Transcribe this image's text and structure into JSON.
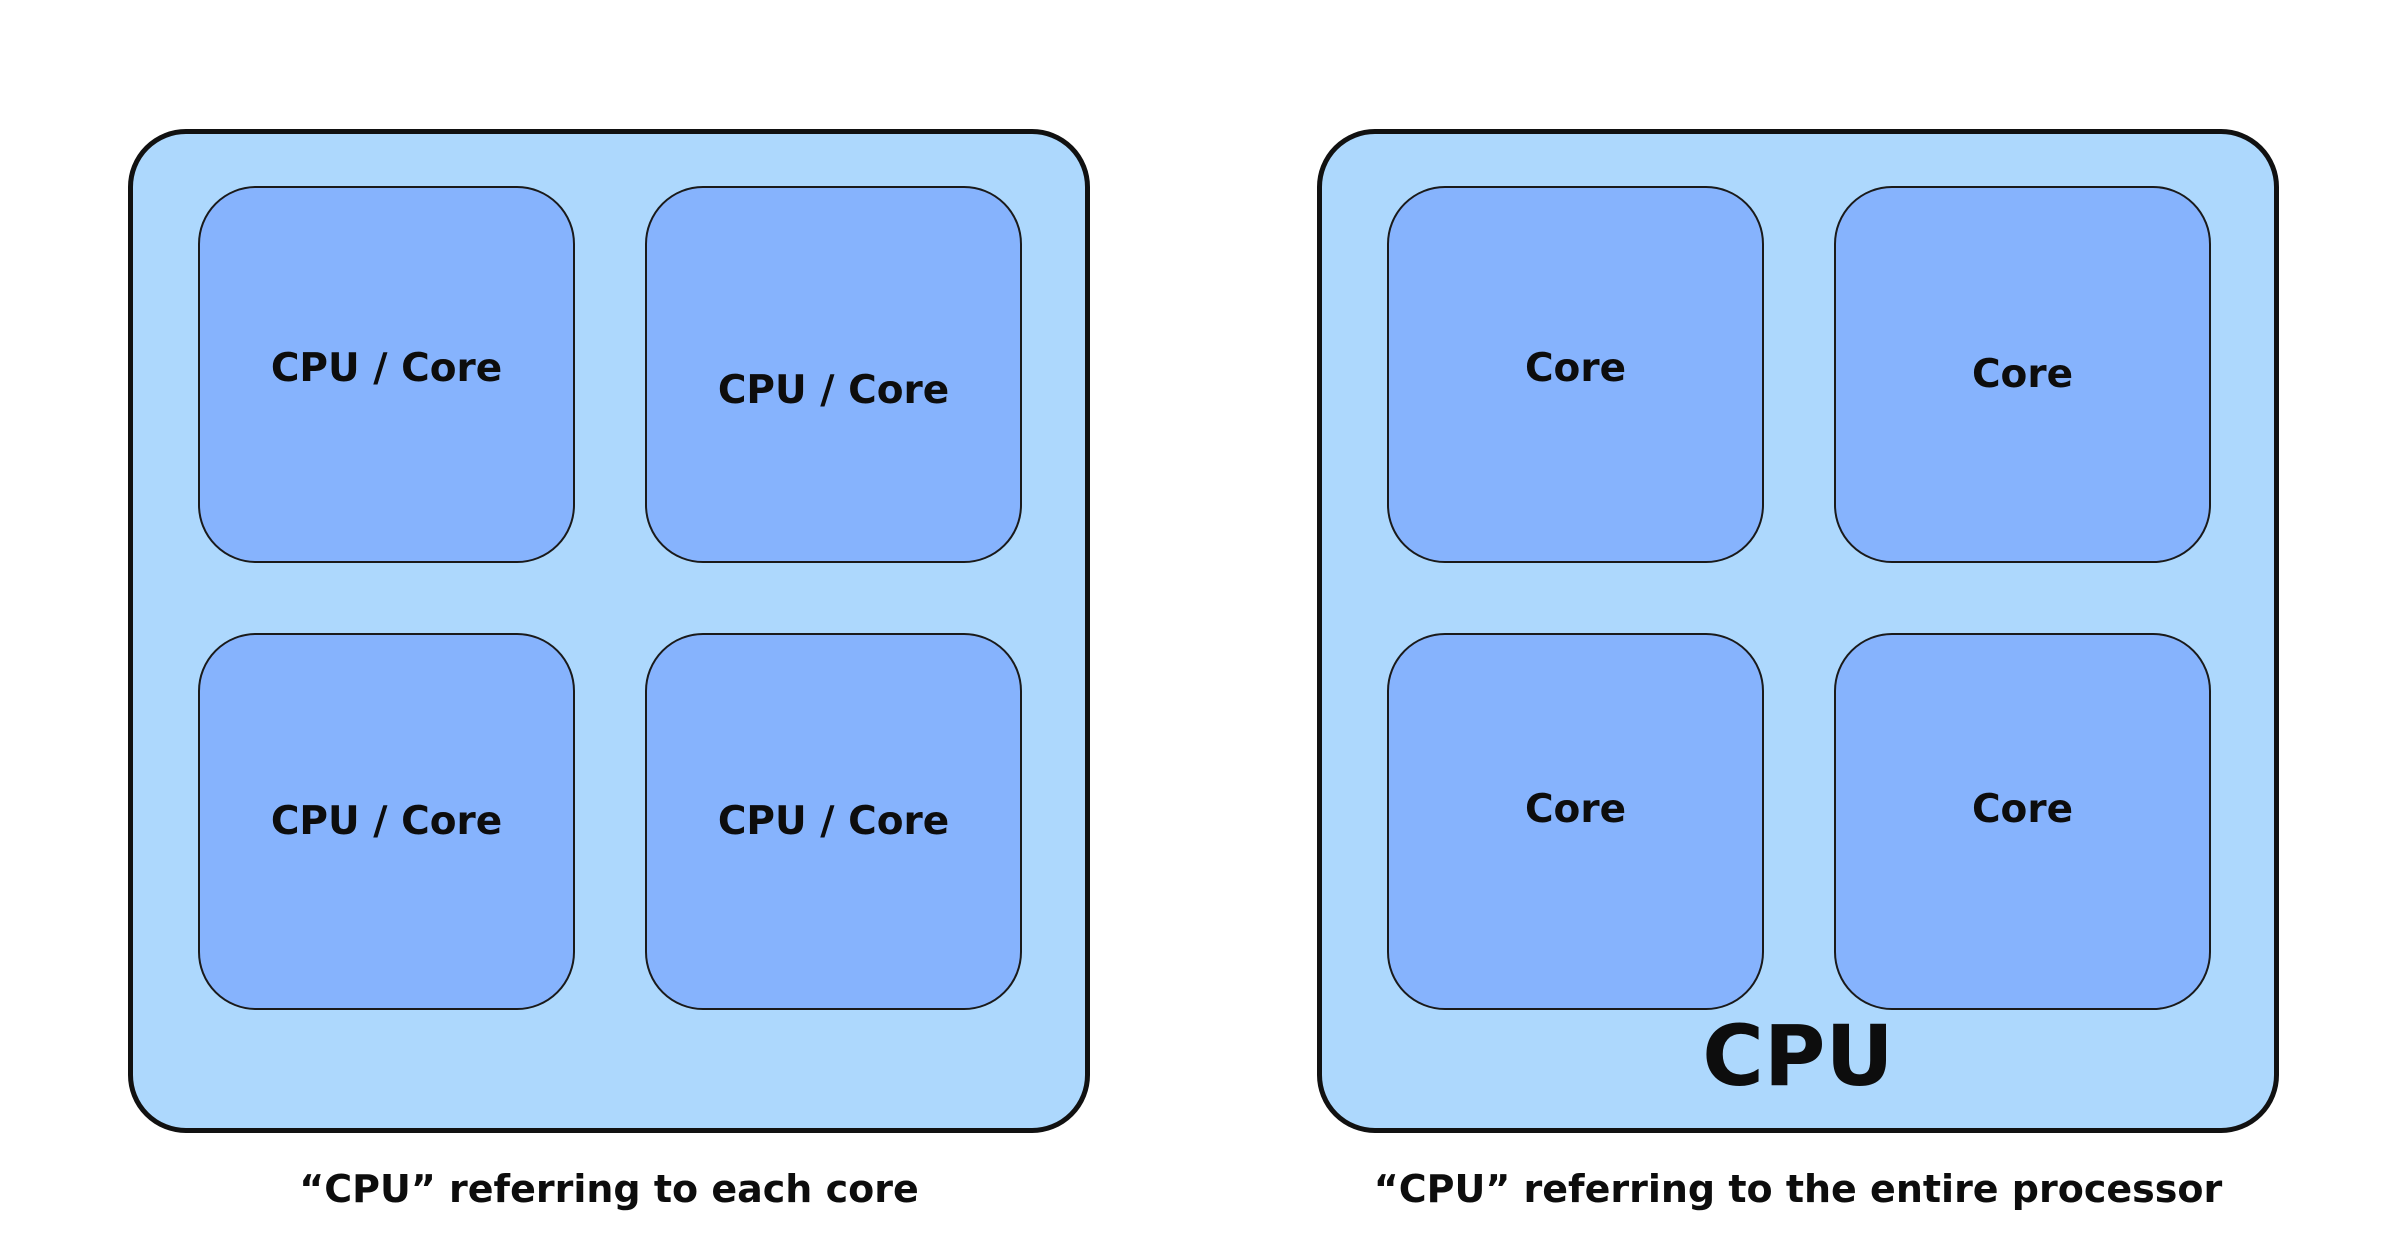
{
  "left_diagram": {
    "cores": [
      "CPU / Core",
      "CPU / Core",
      "CPU / Core",
      "CPU / Core"
    ],
    "caption": "“CPU” referring to each core"
  },
  "right_diagram": {
    "cores": [
      "Core",
      "Core",
      "Core",
      "Core"
    ],
    "processor_label": "CPU",
    "caption": "“CPU” referring to the entire processor"
  },
  "colors": {
    "processor_fill": "#add8fd",
    "core_fill": "#86b3fd",
    "outline": "#111111"
  }
}
